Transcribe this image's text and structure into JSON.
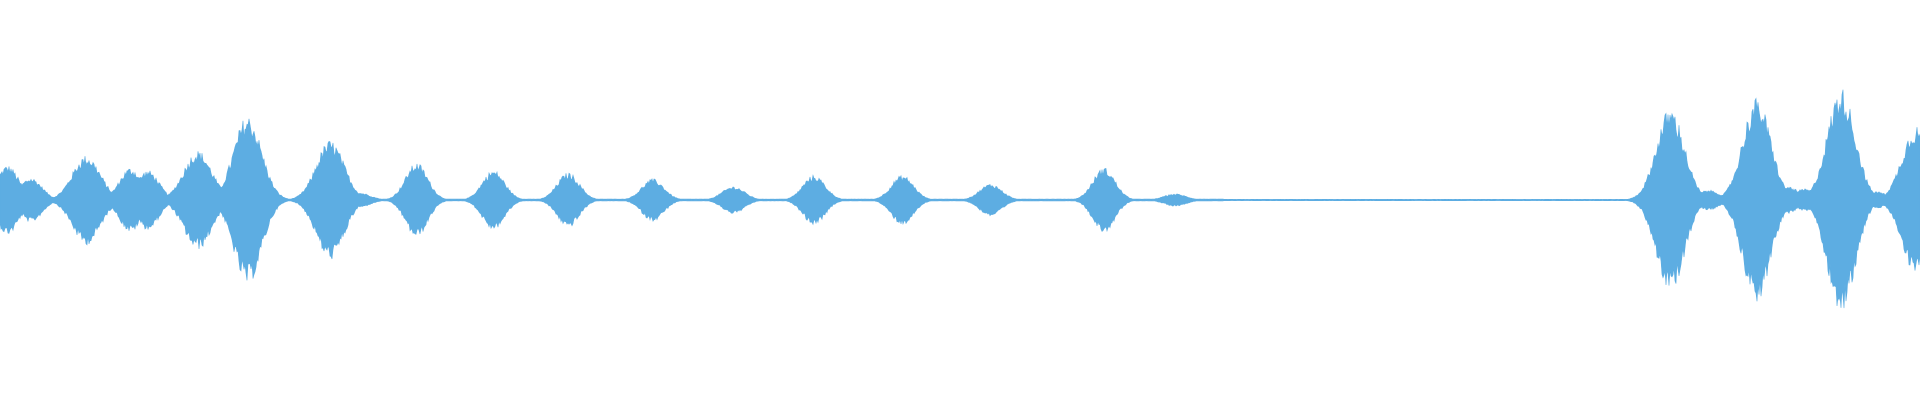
{
  "waveform": {
    "color": "#5DADE2",
    "background": "#FFFFFF"
  },
  "chart_data": {
    "type": "area",
    "x_range": [
      0,
      1
    ],
    "y_range": [
      -1,
      1
    ],
    "bursts": [
      {
        "t": 0.004,
        "a": 0.28
      },
      {
        "t": 0.016,
        "a": 0.18
      },
      {
        "t": 0.045,
        "a": 0.36
      },
      {
        "t": 0.068,
        "a": 0.26
      },
      {
        "t": 0.077,
        "a": 0.24
      },
      {
        "t": 0.103,
        "a": 0.4
      },
      {
        "t": 0.129,
        "a": 0.68
      },
      {
        "t": 0.172,
        "a": 0.48
      },
      {
        "t": 0.187,
        "a": 0.06
      },
      {
        "t": 0.217,
        "a": 0.3
      },
      {
        "t": 0.257,
        "a": 0.24
      },
      {
        "t": 0.296,
        "a": 0.22
      },
      {
        "t": 0.34,
        "a": 0.17
      },
      {
        "t": 0.382,
        "a": 0.11
      },
      {
        "t": 0.424,
        "a": 0.2
      },
      {
        "t": 0.47,
        "a": 0.2
      },
      {
        "t": 0.516,
        "a": 0.13
      },
      {
        "t": 0.575,
        "a": 0.26
      },
      {
        "t": 0.612,
        "a": 0.05
      },
      {
        "t": 0.87,
        "a": 0.74
      },
      {
        "t": 0.89,
        "a": 0.08
      },
      {
        "t": 0.915,
        "a": 0.82
      },
      {
        "t": 0.931,
        "a": 0.11
      },
      {
        "t": 0.94,
        "a": 0.09
      },
      {
        "t": 0.959,
        "a": 0.9
      },
      {
        "t": 0.977,
        "a": 0.07
      },
      {
        "t": 0.998,
        "a": 0.6
      }
    ],
    "silence_start": 0.637,
    "silence_end": 0.865
  }
}
